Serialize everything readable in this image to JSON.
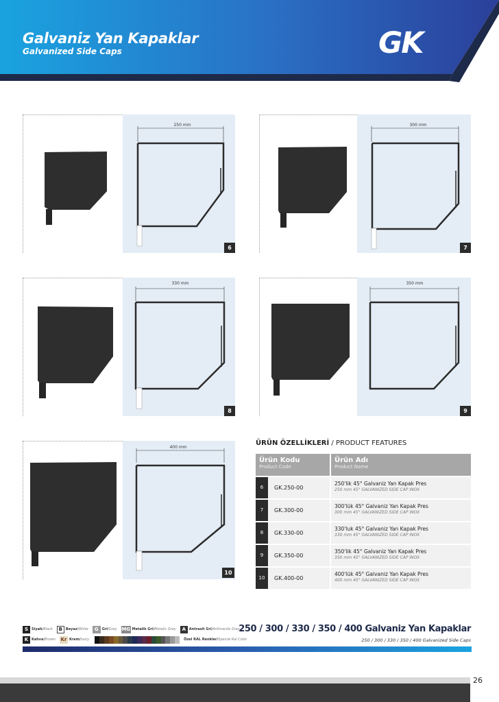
{
  "header": {
    "title_tr": "Galvaniz Yan Kapaklar",
    "title_en": "Galvanized Side Caps",
    "logo": "GK",
    "colors": {
      "dark_navy": "#1e2a4a",
      "blue": "#2a6fc4",
      "light_blue": "#1aa3e0"
    }
  },
  "products": [
    {
      "number": "6",
      "width_label": "250 mm"
    },
    {
      "number": "7",
      "width_label": "300 mm"
    },
    {
      "number": "8",
      "width_label": "330 mm"
    },
    {
      "number": "9",
      "width_label": "350 mm"
    },
    {
      "number": "10",
      "width_label": "400 mm"
    }
  ],
  "features": {
    "title_bold": "ÜRÜN ÖZELLİKLERİ",
    "title_rest": " / PRODUCT FEATURES",
    "col_code": "Ürün Kodu",
    "col_code_en": "Product Code",
    "col_name": "Ürün Adı",
    "col_name_en": "Product Name",
    "rows": [
      {
        "num": "6",
        "code": "GK.250-00",
        "name": "250'lik 45° Galvaniz Yan Kapak Pres",
        "name_en": "250 mm 45° GALVANIZED SIDE CAP INOX"
      },
      {
        "num": "7",
        "code": "GK.300-00",
        "name": "300'lük  45° Galvaniz Yan Kapak Pres",
        "name_en": "300 mm 45° GALVANIZED SIDE CAP INOX"
      },
      {
        "num": "8",
        "code": "GK.330-00",
        "name": "330'luk 45° Galvaniz Yan Kapak Pres",
        "name_en": "330 mm 45° GALVANIZED SIDE CAP INOX"
      },
      {
        "num": "9",
        "code": "GK.350-00",
        "name": "350'lik  45° Galvaniz Yan Kapak Pres",
        "name_en": "350 mm 45° GALVANIZED SIDE CAP INOX"
      },
      {
        "num": "10",
        "code": "GK.400-00",
        "name": "400'lük 45° Galvaniz Yan Kapak Pres",
        "name_en": "400 mm 45° GALVANIZED SIDE CAP INOX"
      }
    ]
  },
  "legend": {
    "s_code": "S",
    "s_name": "Siyah",
    "s_en": "Black",
    "b_code": "B",
    "b_name": "Beyaz",
    "b_en": "White",
    "g_code": "G",
    "g_name": "Gri",
    "g_en": "Grey",
    "mg_code": "MG",
    "mg_name": "Metalik Gri",
    "mg_en": "Metalic Grey",
    "a_code": "A",
    "a_name": "Antrasit Gri",
    "a_en": "Anthracite Grey",
    "k_code": "K",
    "k_name": "Kahve",
    "k_en": "Brown",
    "kr_code": "Kr",
    "kr_name": "Krem",
    "kr_en": "Ivory",
    "ral_name": "Özel RAL Renkler",
    "ral_en": "Special Ral Color",
    "ral_colors": [
      "#111111",
      "#3a2a1a",
      "#5a3a1e",
      "#7a4a22",
      "#8a6a2a",
      "#6a5a3a",
      "#4a4a4a",
      "#2a3a4a",
      "#1e2a5a",
      "#3a2a5a",
      "#5a2a4a",
      "#6a1e2a",
      "#2a4a3a",
      "#3a5a2a",
      "#555555",
      "#777777",
      "#9a9a9a",
      "#bbbbbb"
    ]
  },
  "footer": {
    "title": "250 / 300 / 330 / 350 / 400 Galvaniz Yan Kapaklar",
    "subtitle": "250 / 300 / 330 / 350 / 400 Galvanized Side Caps",
    "page_number": "26"
  }
}
